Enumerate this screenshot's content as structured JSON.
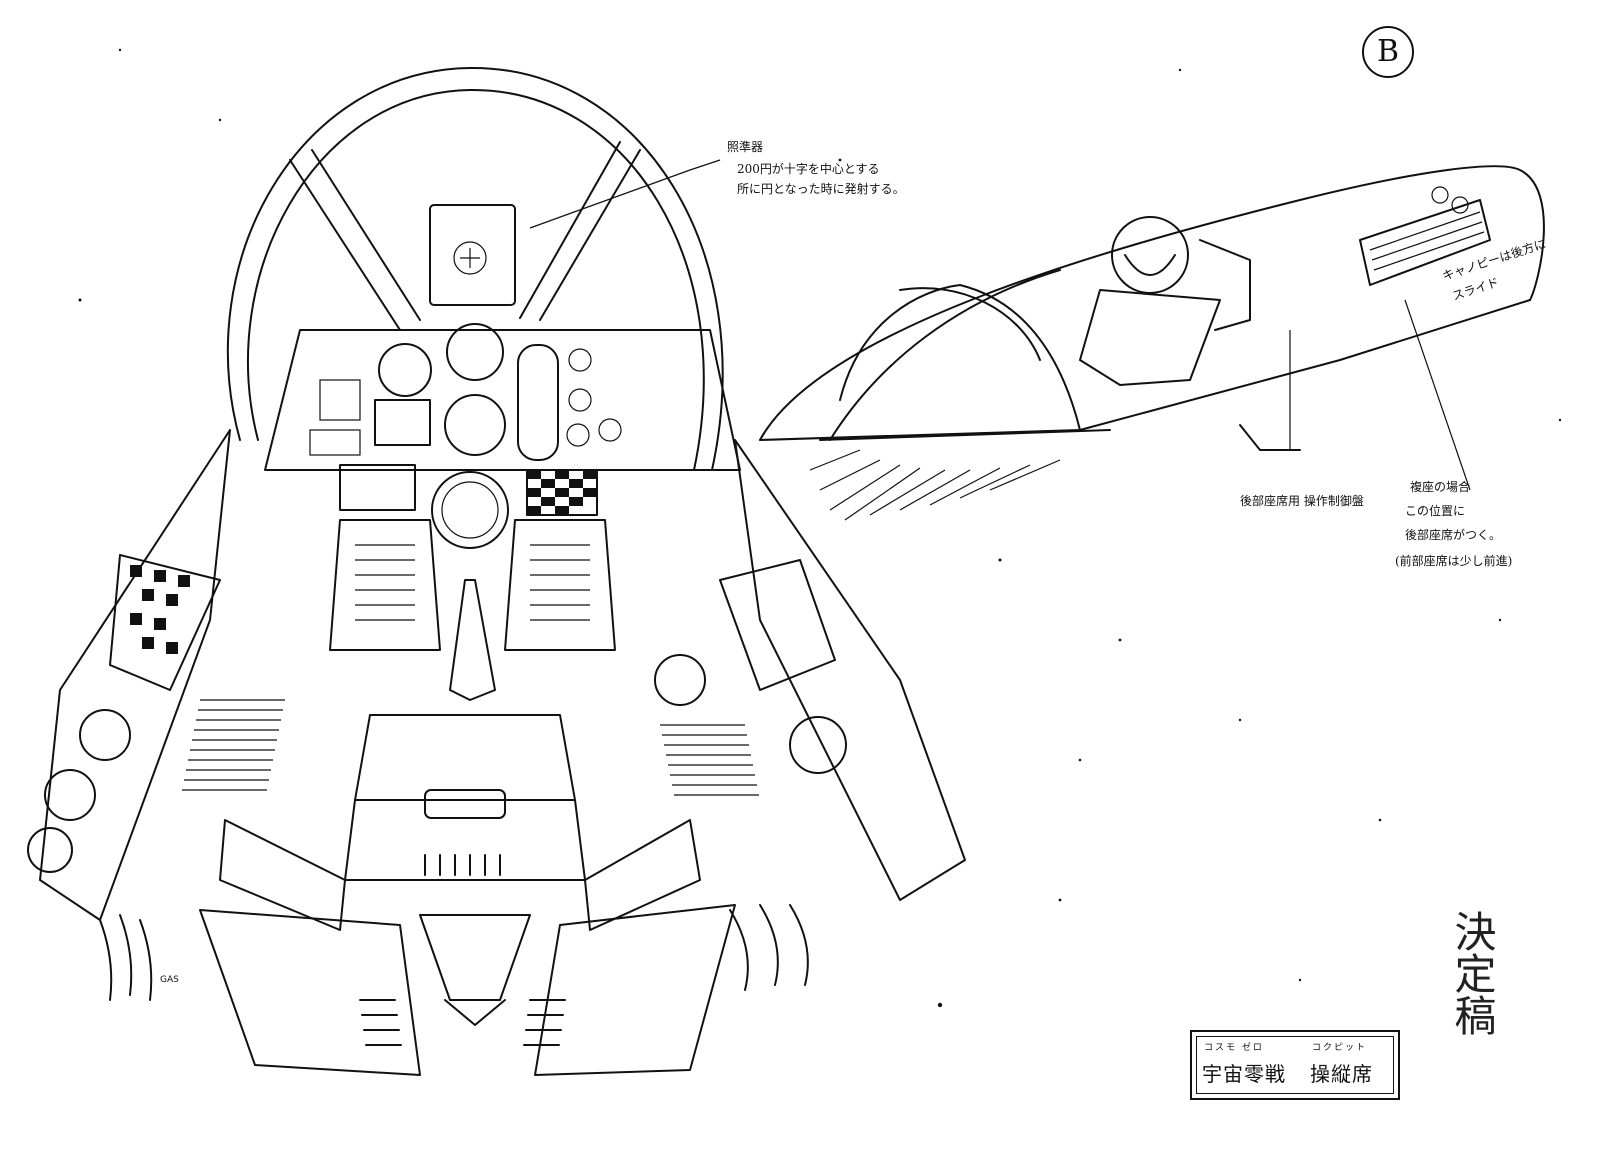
{
  "sheet": {
    "page_marker": "B",
    "notes": {
      "gunsight_title": "照準器",
      "gunsight_line1": "200円が十字を中心とする",
      "gunsight_line2": "所に円となった時に発射する。",
      "rear_seat_control": "後部座席用 操作制御盤",
      "canopy_note": "キャノピーは後方に",
      "canopy_note_2": "スライド",
      "copilot_line1": "複座の場合",
      "copilot_line2": "この位置に",
      "copilot_line3": "後部座席がつく。",
      "copilot_line4": "(前部座席は少し前進)"
    },
    "title_block": {
      "ruby_left": "コスモ ゼロ",
      "ruby_right": "コクピット",
      "title_left": "宇宙零戦",
      "title_right": "操縦席"
    },
    "artist_signature": "GAS",
    "stamp_text": "決定稿"
  },
  "style": {
    "ink": "#111111",
    "paper": "#ffffff"
  }
}
